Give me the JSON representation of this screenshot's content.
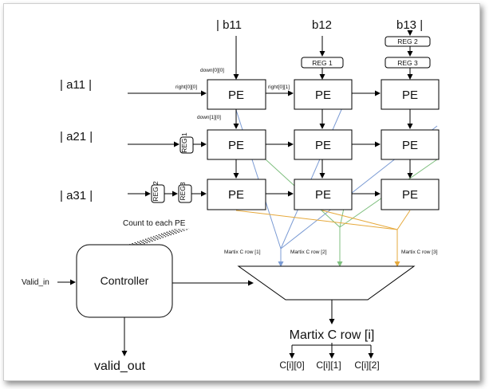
{
  "inputs": {
    "b11": "| b11",
    "b12": "b12",
    "b13": "b13 |",
    "a11": "| a11 |",
    "a21": "| a21 |",
    "a31": "| a31 |"
  },
  "pe_label": "PE",
  "edge_labels": {
    "down00": "down[0][0]",
    "right00": "right[0][0]",
    "right01": "right[0][1]",
    "down10": "down[1][0]"
  },
  "registers": {
    "reg1_col2": "REG 1",
    "reg2_col3": "REG 2",
    "reg3_col3": "REG 3",
    "reg1_row2": "REG 1",
    "reg2_row3": "REG 2",
    "reg3_row3": "REG3"
  },
  "controller": {
    "label": "Controller",
    "input": "Valid_in",
    "output": "valid_out",
    "count_note": "Count to each PE"
  },
  "mux": {
    "row1": "Martix C row [1]",
    "row2": "Martix C row [2]",
    "row3": "Martix C row [3]",
    "output": "Martix C row [i]"
  },
  "outputs": [
    "C[i][0]",
    "C[i][1]",
    "C[i][2]"
  ],
  "colors": {
    "col1_route": "#7b9bd4",
    "col2_route": "#7fbf7f",
    "col3_route": "#e6a93c"
  }
}
